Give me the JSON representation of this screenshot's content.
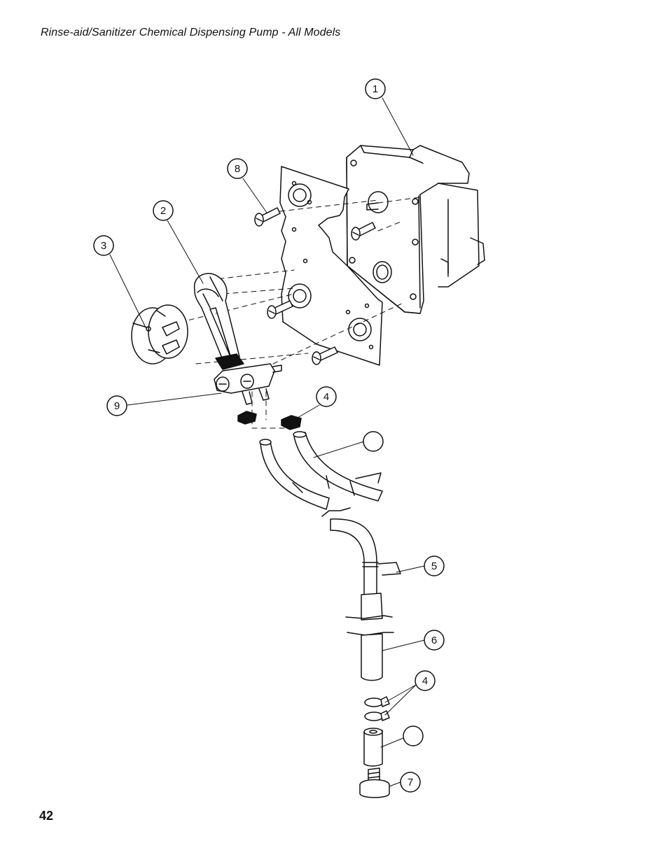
{
  "header": {
    "title": "Rinse-aid/Sanitizer Chemical Dispensing Pump  -  All Models"
  },
  "footer": {
    "page_number": "42"
  },
  "callouts": [
    {
      "id": "1",
      "label": "1"
    },
    {
      "id": "8",
      "label": "8"
    },
    {
      "id": "2",
      "label": "2"
    },
    {
      "id": "3",
      "label": "3"
    },
    {
      "id": "9",
      "label": "9"
    },
    {
      "id": "4a",
      "label": "4"
    },
    {
      "id": "blank-a",
      "label": ""
    },
    {
      "id": "5",
      "label": "5"
    },
    {
      "id": "6",
      "label": "6"
    },
    {
      "id": "4b",
      "label": "4"
    },
    {
      "id": "blank-b",
      "label": ""
    },
    {
      "id": "7",
      "label": "7"
    }
  ]
}
